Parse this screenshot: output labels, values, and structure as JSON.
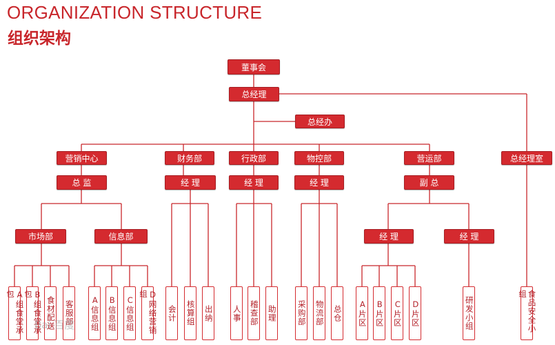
{
  "title_en": "ORGANIZATION STRUCTURE",
  "title_zh": "组织架构",
  "nodes": {
    "board": "董事会",
    "gm": "总经理",
    "gm_office": "总经办",
    "gm_room": "总经理室",
    "marketing_center": "营销中心",
    "finance": "财务部",
    "admin": "行政部",
    "logistics": "物控部",
    "operations": "营运部",
    "director": "总 监",
    "finance_manager": "经 理",
    "admin_manager": "经 理",
    "logistics_manager": "经 理",
    "deputy_gm": "副 总",
    "market_dept": "市场部",
    "info_dept": "信息部",
    "ops_manager_1": "经 理",
    "ops_manager_2": "经 理"
  },
  "leaves": {
    "a_group": "A组食堂承包",
    "b_group": "B组食堂承包",
    "food_delivery": "食材配送",
    "customer_service": "客服部",
    "info_a": "A信息组",
    "info_b": "B信息组",
    "info_c": "C信息组",
    "info_d": "D网络营销组",
    "accounting": "会计",
    "audit_group": "核算组",
    "cashier": "出纳",
    "hr": "人事",
    "inspection": "稽查部",
    "assistant": "助理",
    "purchasing": "采购部",
    "logistics_dept": "物流部",
    "warehouse": "总仓",
    "zone_a": "A片区",
    "zone_b": "B片区",
    "zone_c": "C片区",
    "zone_d": "D片区",
    "rd_team": "研发小组",
    "food_safety": "食品安全小组"
  },
  "watermark": "Bai 百度"
}
